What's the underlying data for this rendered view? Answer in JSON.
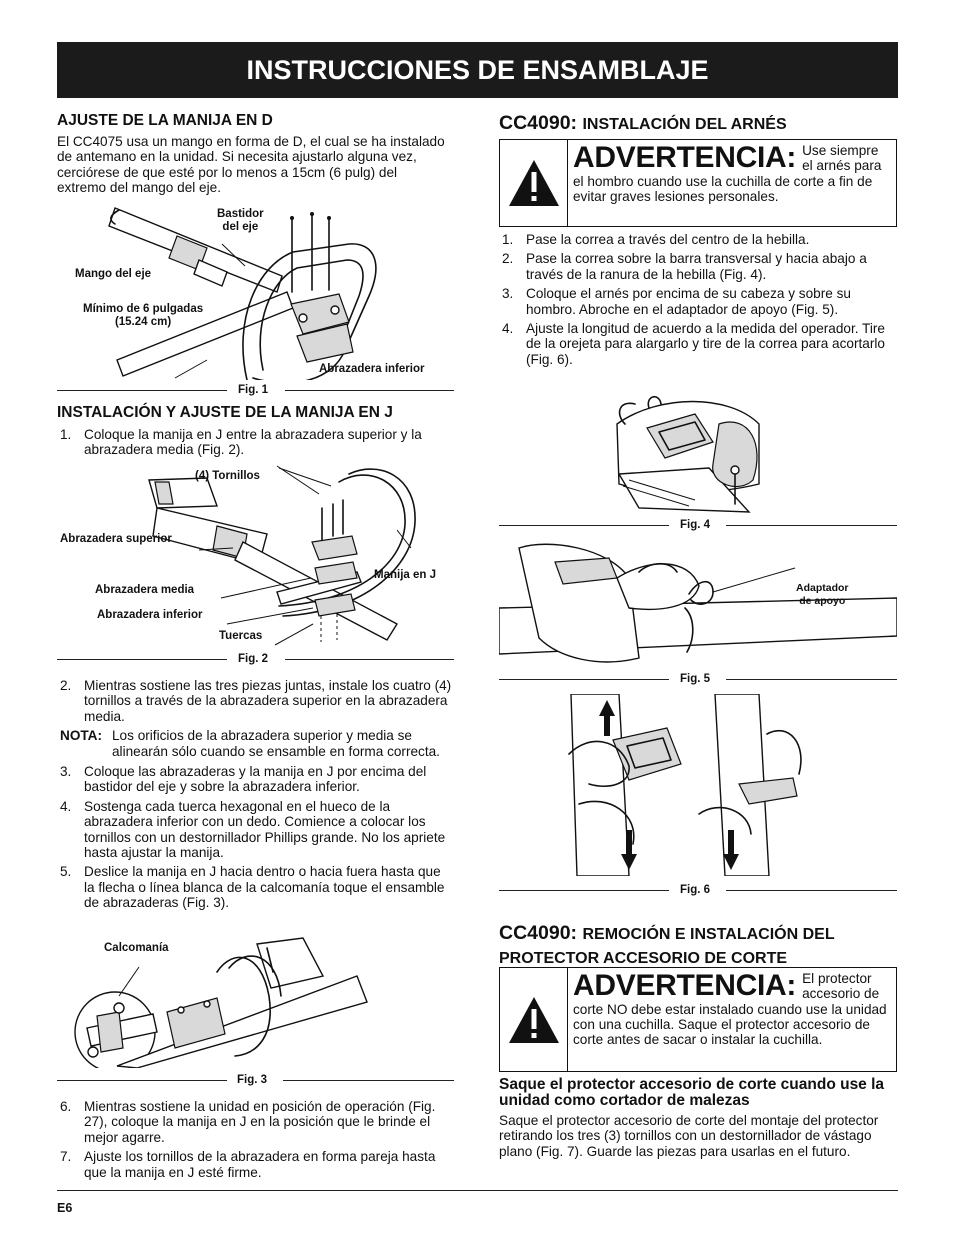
{
  "header": {
    "title": "INSTRUCCIONES DE ENSAMBLAJE"
  },
  "left": {
    "d_handle": {
      "title": "AJUSTE DE LA MANIJA EN D",
      "text": "El CC4075 usa un mango en forma de D, el cual se ha instalado de antemano en la unidad. Si necesita ajustarlo alguna vez, cerciórese de que esté por lo menos a 15cm (6 pulg) del extremo del mango del eje."
    },
    "fig1": {
      "caption": "Fig. 1",
      "labels": {
        "bastidor": "Bastidor\ndel eje",
        "mango": "Mango del eje",
        "minimo": "Mínimo de 6 pulgadas\n(15.24 cm)",
        "abrazadera": "Abrazadera inferior"
      }
    },
    "j_handle": {
      "title": "INSTALACIÓN Y AJUSTE DE LA MANIJA EN J",
      "step1_num": "1.",
      "step1": "Coloque la manija en J entre la abrazadera superior y la abrazadera media (Fig. 2)."
    },
    "fig2": {
      "caption": "Fig. 2",
      "labels": {
        "tornillos": "(4) Tornillos",
        "superior": "Abrazadera superior",
        "media": "Abrazadera media",
        "inferior": "Abrazadera inferior",
        "tuercas": "Tuercas",
        "manija": "Manija en J"
      }
    },
    "steps_a": [
      {
        "num": "2.",
        "text": "Mientras sostiene las tres piezas juntas, instale los cuatro (4) tornillos a través de la abrazadera superior en la abrazadera media."
      }
    ],
    "note": {
      "key": "NOTA:",
      "text": "Los orificios de la abrazadera superior y media se alinearán sólo cuando se ensamble en forma correcta."
    },
    "steps_b": [
      {
        "num": "3.",
        "text": "Coloque las abrazaderas y la manija en J por encima del bastidor del eje y sobre la abrazadera inferior."
      },
      {
        "num": "4.",
        "text": "Sostenga cada tuerca hexagonal en el hueco de la abrazadera inferior con un dedo. Comience a colocar los tornillos con un destornillador Phillips grande. No los apriete hasta ajustar la manija."
      },
      {
        "num": "5.",
        "text": "Deslice la manija en J hacia dentro o hacia fuera hasta que la flecha o línea blanca de la calcomanía toque el ensamble de abrazaderas (Fig. 3)."
      }
    ],
    "fig3": {
      "caption": "Fig. 3",
      "labels": {
        "calcomania": "Calcomanía"
      }
    },
    "steps_c": [
      {
        "num": "6.",
        "text": "Mientras sostiene la unidad en posición de operación (Fig. 27), coloque la manija en J en la posición que le brinde el mejor agarre."
      },
      {
        "num": "7.",
        "text": "Ajuste los tornillos de la abrazadera en forma pareja hasta que la manija en J esté firme."
      }
    ]
  },
  "right": {
    "harness": {
      "model": "CC4090:",
      "title": "INSTALACIÓN DEL ARNÉS",
      "warning_word": "ADVERTENCIA:",
      "warning_text": "Use siempre el arnés para el hombro cuando use la cuchilla de corte a fin de evitar graves lesiones personales."
    },
    "harness_steps": [
      {
        "num": "1.",
        "text": "Pase la correa a través del centro de la hebilla."
      },
      {
        "num": "2.",
        "text": "Pase la correa sobre la barra transversal y hacia abajo a través de la ranura de la hebilla (Fig. 4)."
      },
      {
        "num": "3.",
        "text": "Coloque el arnés por encima de su cabeza y sobre su hombro. Abroche en el adaptador de apoyo (Fig. 5)."
      },
      {
        "num": "4.",
        "text": "Ajuste la longitud de acuerdo a la medida del operador. Tire de la orejeta para alargarlo y tire de la correa para acortarlo (Fig. 6)."
      }
    ],
    "fig4": {
      "caption": "Fig. 4"
    },
    "fig5": {
      "caption": "Fig. 5",
      "labels": {
        "adaptador": "Adaptador\nde apoyo"
      }
    },
    "fig6": {
      "caption": "Fig. 6"
    },
    "protector": {
      "model": "CC4090:",
      "title": "REMOCIÓN E INSTALACIÓN DEL PROTECTOR ACCESORIO DE CORTE",
      "warning_word": "ADVERTENCIA:",
      "warning_text": "El protector accesorio de corte NO debe estar instalado cuando use la unidad con una cuchilla. Saque el protector accesorio de corte antes de sacar o instalar la cuchilla.",
      "sub_title": "Saque el protector accesorio de corte cuando use la unidad como cortador de malezas",
      "sub_text": "Saque el protector accesorio de corte del montaje del protector retirando los tres (3) tornillos con un destornillador de vástago plano (Fig. 7). Guarde las piezas para usarlas en el futuro."
    }
  },
  "footer": {
    "page": "E6"
  }
}
